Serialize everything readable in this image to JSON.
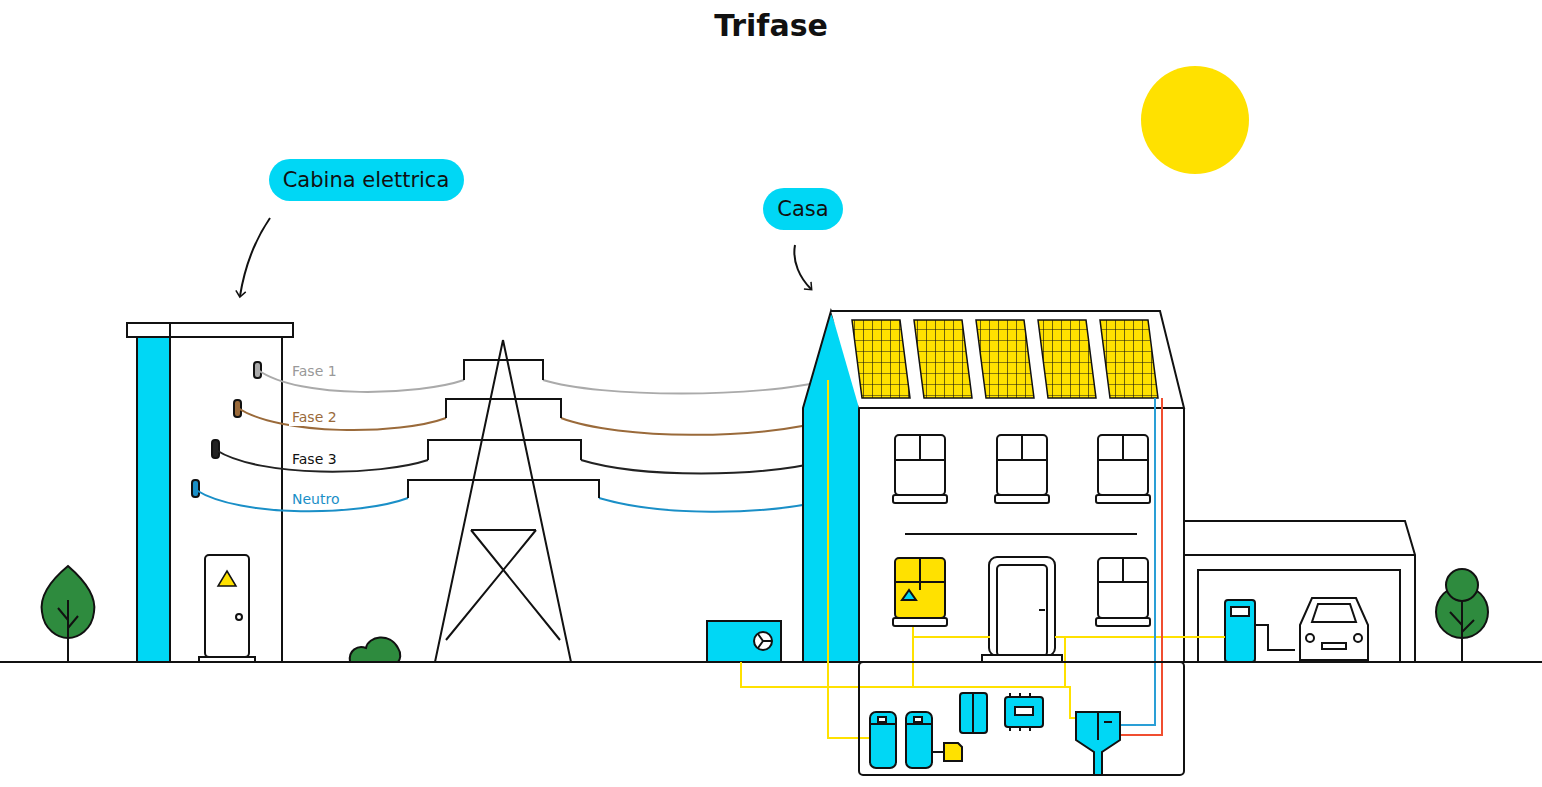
{
  "diagram": {
    "title": "Trifase",
    "nodes": [
      {
        "text": [
          "Cabina elettrica"
        ]
      },
      {
        "text": [
          "Casa"
        ]
      }
    ],
    "labels": [
      "Fase 1",
      "Fase 2",
      "Fase 3",
      "Neutro"
    ]
  }
}
